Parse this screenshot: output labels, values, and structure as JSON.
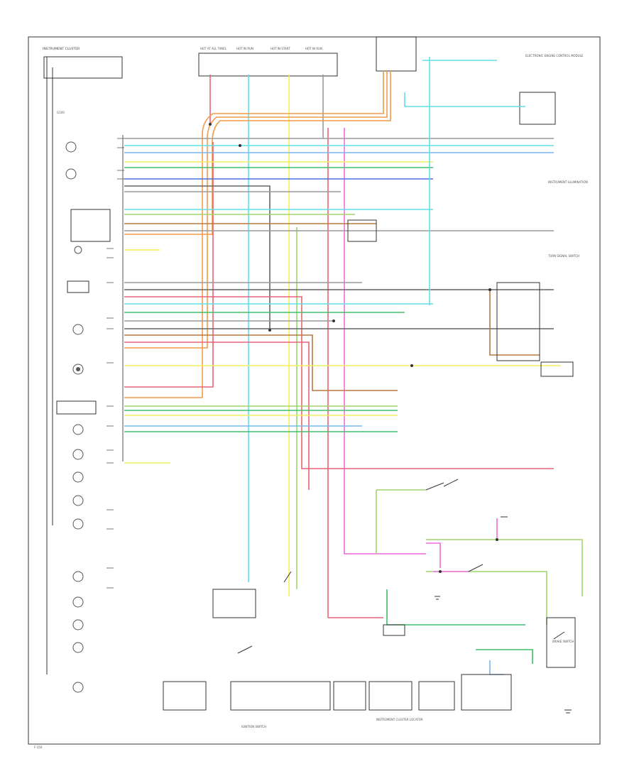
{
  "colors": {
    "border": "#333333",
    "red": "#e8607a",
    "orange": "#f29a4a",
    "yellow": "#f2ee5e",
    "light_green": "#9ed66a",
    "green": "#3fbf6a",
    "cyan": "#5fe0e8",
    "light_blue": "#78b8f0",
    "blue": "#4a6ee0",
    "pink": "#f06adf",
    "purple": "#9a6ae0",
    "brown": "#b87840",
    "gray": "#9a9a9a",
    "dark_gray": "#666666"
  },
  "labels": {
    "header_left": "INSTRUMENT CLUSTER",
    "fuse_1": "HOT AT ALL TIMES",
    "fuse_2": "HOT IN RUN",
    "fuse_3": "HOT IN START",
    "fuse_4": "HOT IN RUN",
    "ground_left": "G100",
    "right_note_1": "ELECTRONIC ENGINE CONTROL MODULE",
    "right_note_2": "INSTRUMENT ILLUMINATION",
    "right_note_3": "TURN SIGNAL SWITCH",
    "bottom_caption": "INSTRUMENT CLUSTER LOCATOR",
    "ignition_switch": "IGNITION SWITCH",
    "brake_switch": "BRAKE SWITCH",
    "footer_code": "F-150"
  },
  "icons": [
    "bulb-icon",
    "gauge-icon",
    "switch-icon",
    "ground-icon",
    "connector-icon"
  ]
}
